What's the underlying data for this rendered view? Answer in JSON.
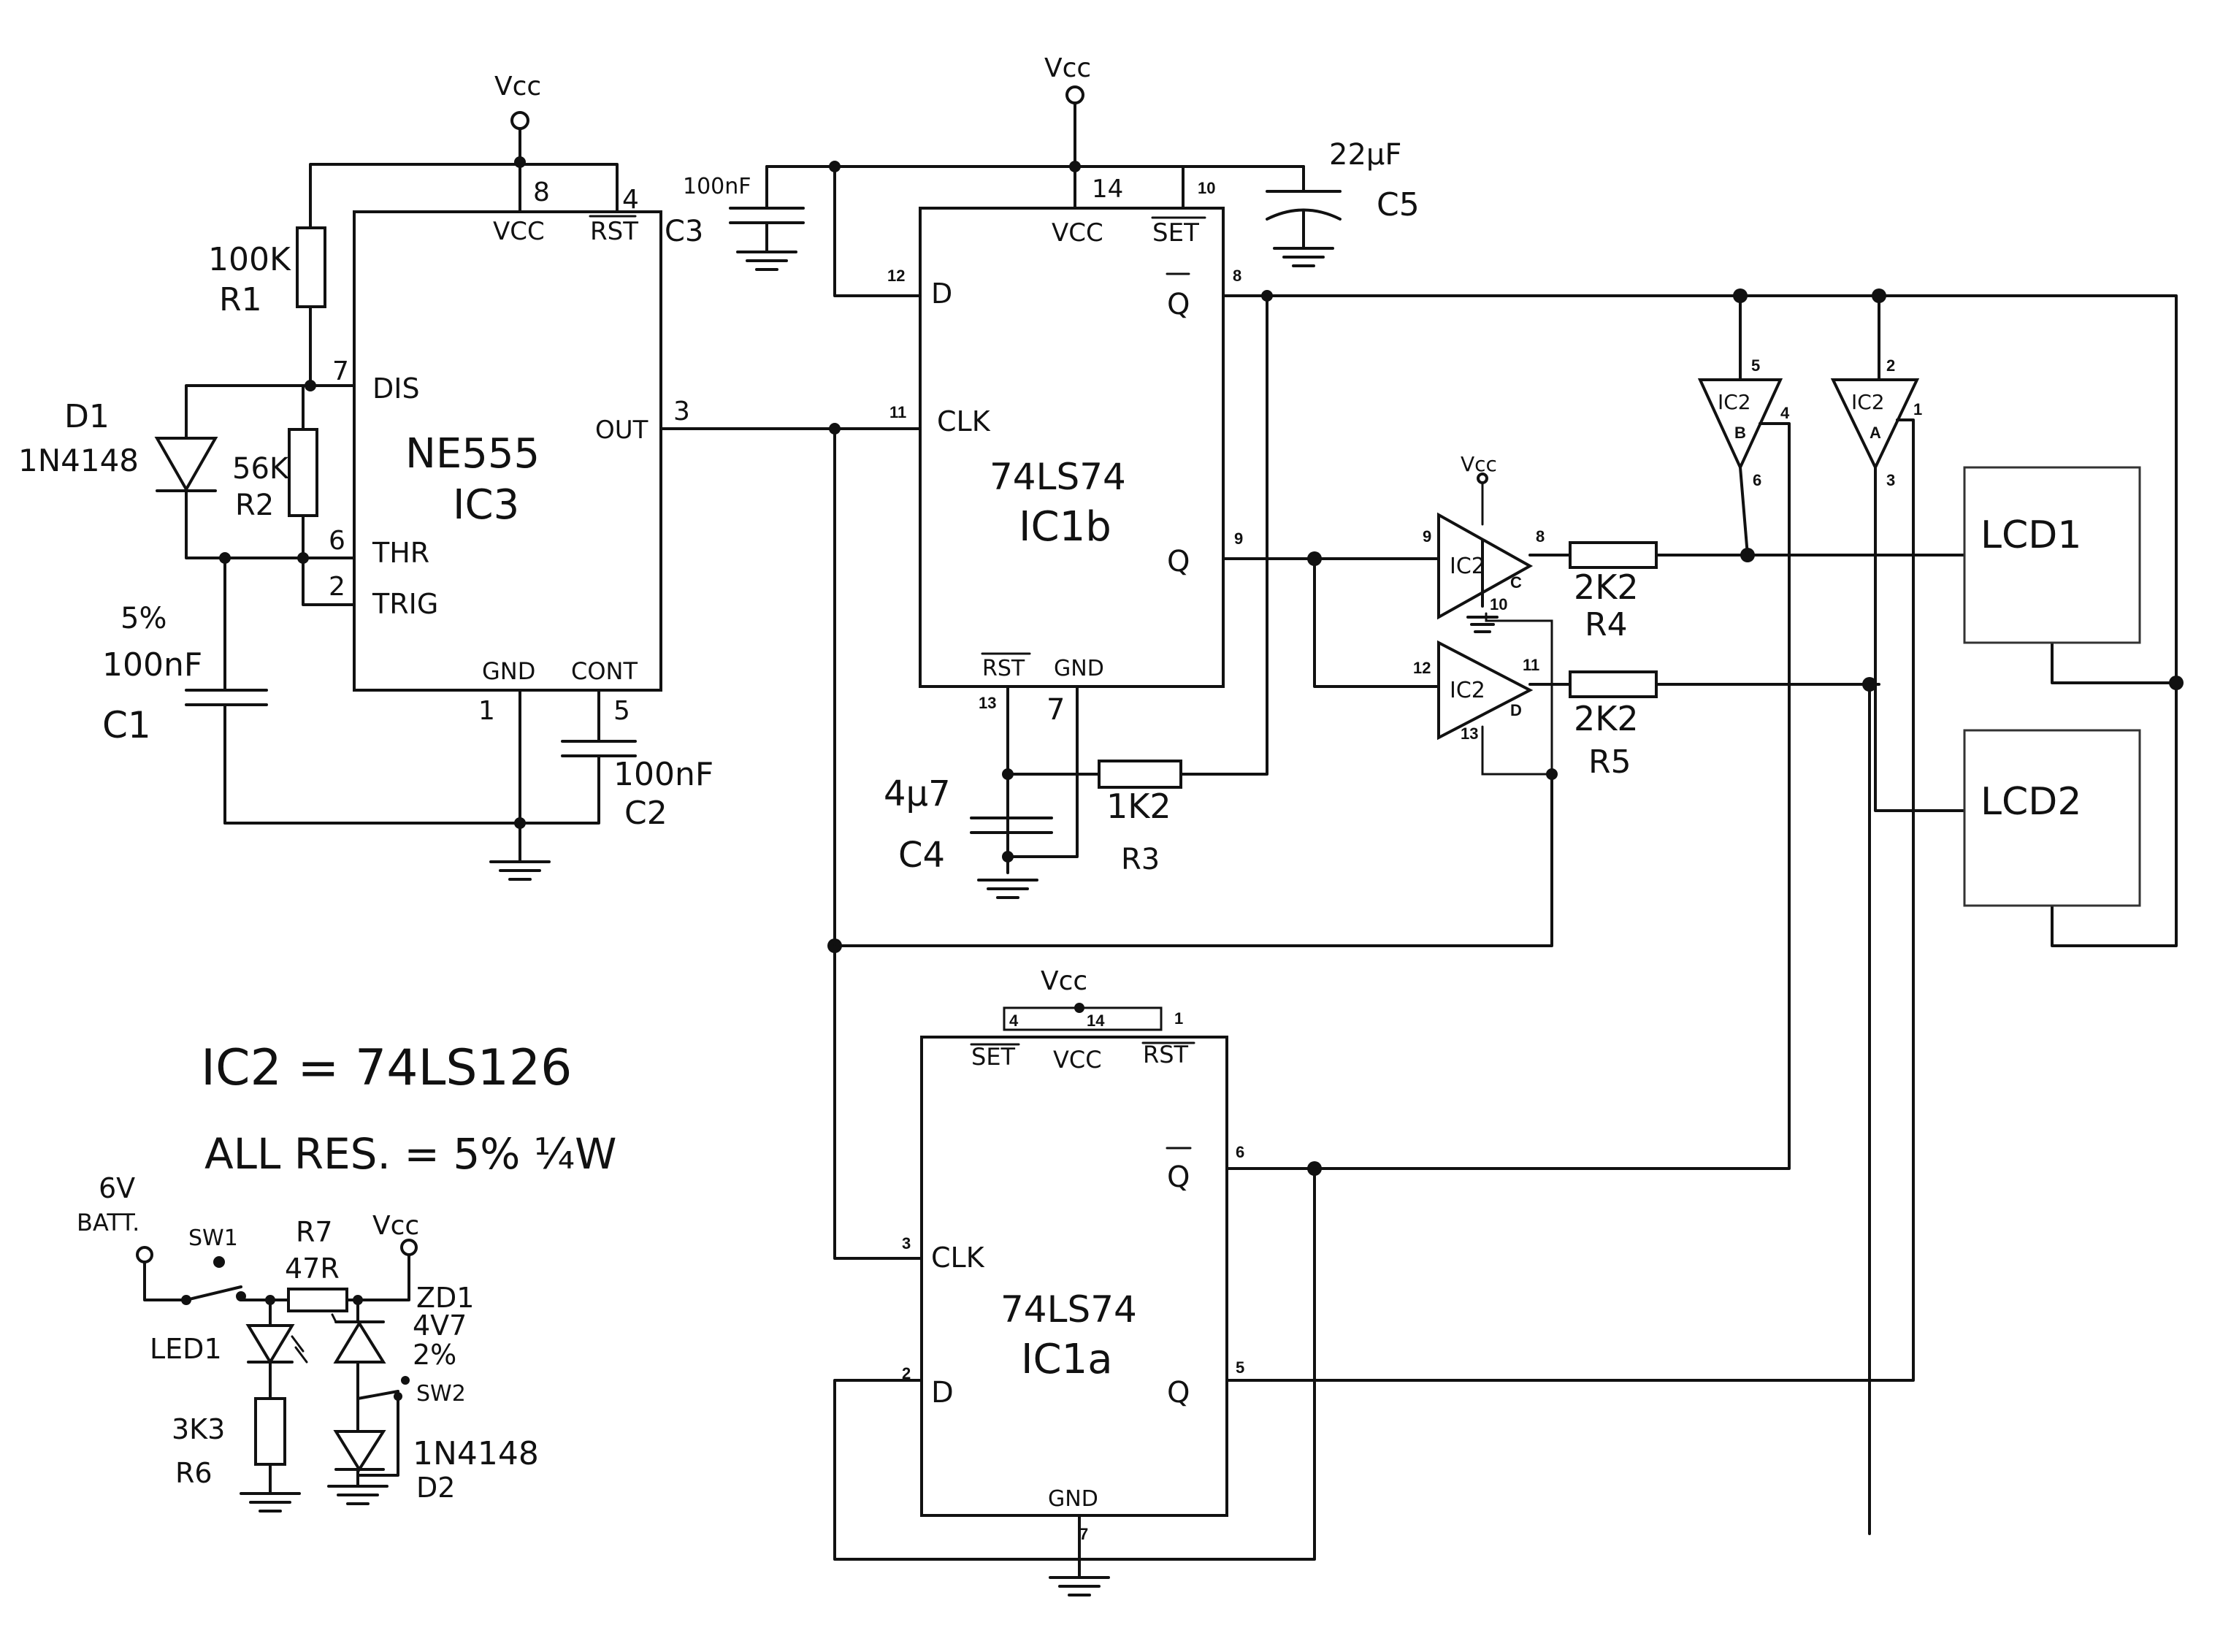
{
  "power": {
    "vcc_top_left": "Vcc",
    "vcc_top_mid": "Vcc",
    "vcc_ic2c": "Vcc",
    "vcc_ic1a": "Vcc",
    "vcc_psu": "Vcc"
  },
  "ic3": {
    "name": "NE555",
    "ref": "IC3",
    "pins": {
      "vcc_num": "8",
      "rst_num": "4",
      "dis_num": "7",
      "thr_num": "6",
      "trig_num": "2",
      "out_num": "3",
      "gnd_num": "1",
      "cont_num": "5"
    },
    "labels": {
      "vcc": "VCC",
      "rst": "RST",
      "dis": "DIS",
      "thr": "THR",
      "trig": "TRIG",
      "out": "OUT",
      "gnd": "GND",
      "cont": "CONT"
    }
  },
  "ic1b": {
    "name": "74LS74",
    "ref": "IC1b",
    "pins": {
      "vcc_num": "14",
      "set_num": "10",
      "d_num": "12",
      "clk_num": "11",
      "qbar_num": "8",
      "q_num": "9",
      "rst_num": "13",
      "gnd_num": "7"
    },
    "labels": {
      "vcc": "VCC",
      "set": "SET",
      "d": "D",
      "clk": "CLK",
      "qbar": "Q",
      "q": "Q",
      "rst": "RST",
      "gnd": "GND"
    }
  },
  "ic1a": {
    "name": "74LS74",
    "ref": "IC1a",
    "pins": {
      "set_num": "4",
      "vcc_num": "14",
      "rst_num": "1",
      "qbar_num": "6",
      "clk_num": "3",
      "d_num": "2",
      "q_num": "5",
      "gnd_num": "7"
    },
    "labels": {
      "set": "SET",
      "vcc": "VCC",
      "rst": "RST",
      "qbar": "Q",
      "clk": "CLK",
      "d": "D",
      "q": "Q",
      "gnd": "GND"
    }
  },
  "ic2": {
    "a": {
      "ref": "IC2",
      "letter": "A",
      "in": "2",
      "en": "1",
      "out": "3"
    },
    "b": {
      "ref": "IC2",
      "letter": "B",
      "in": "5",
      "en": "4",
      "out": "6"
    },
    "c": {
      "ref": "IC2",
      "letter": "C",
      "in": "9",
      "en": "10",
      "out": "8"
    },
    "d": {
      "ref": "IC2",
      "letter": "D",
      "in": "12",
      "en": "13",
      "out": "11"
    }
  },
  "components": {
    "r1": {
      "value": "100K",
      "ref": "R1"
    },
    "r2": {
      "value": "56K",
      "ref": "R2"
    },
    "d1": {
      "ref": "D1",
      "value": "1N4148"
    },
    "c1": {
      "tol": "5%",
      "value": "100nF",
      "ref": "C1"
    },
    "c2": {
      "value": "100nF",
      "ref": "C2"
    },
    "c3": {
      "value": "100nF",
      "ref": "C3"
    },
    "c5": {
      "value": "22µF",
      "ref": "C5"
    },
    "c4": {
      "value": "4µ7",
      "ref": "C4"
    },
    "r3": {
      "value": "1K2",
      "ref": "R3"
    },
    "r4": {
      "value": "2K2",
      "ref": "R4"
    },
    "r5": {
      "value": "2K2",
      "ref": "R5"
    },
    "lcd1": "LCD1",
    "lcd2": "LCD2"
  },
  "notes": {
    "ic2_type": "IC2 = 74LS126",
    "all_res": "ALL RES. = 5% ¼W"
  },
  "psu": {
    "batt_v": "6V",
    "batt": "BATT.",
    "sw1": "SW1",
    "r7_ref": "R7",
    "r7_value": "47R",
    "zd1_ref": "ZD1",
    "zd1_value": "4V7",
    "zd1_tol": "2%",
    "led1": "LED1",
    "sw2": "SW2",
    "r6_value": "3K3",
    "r6_ref": "R6",
    "d2_value": "1N4148",
    "d2_ref": "D2"
  }
}
